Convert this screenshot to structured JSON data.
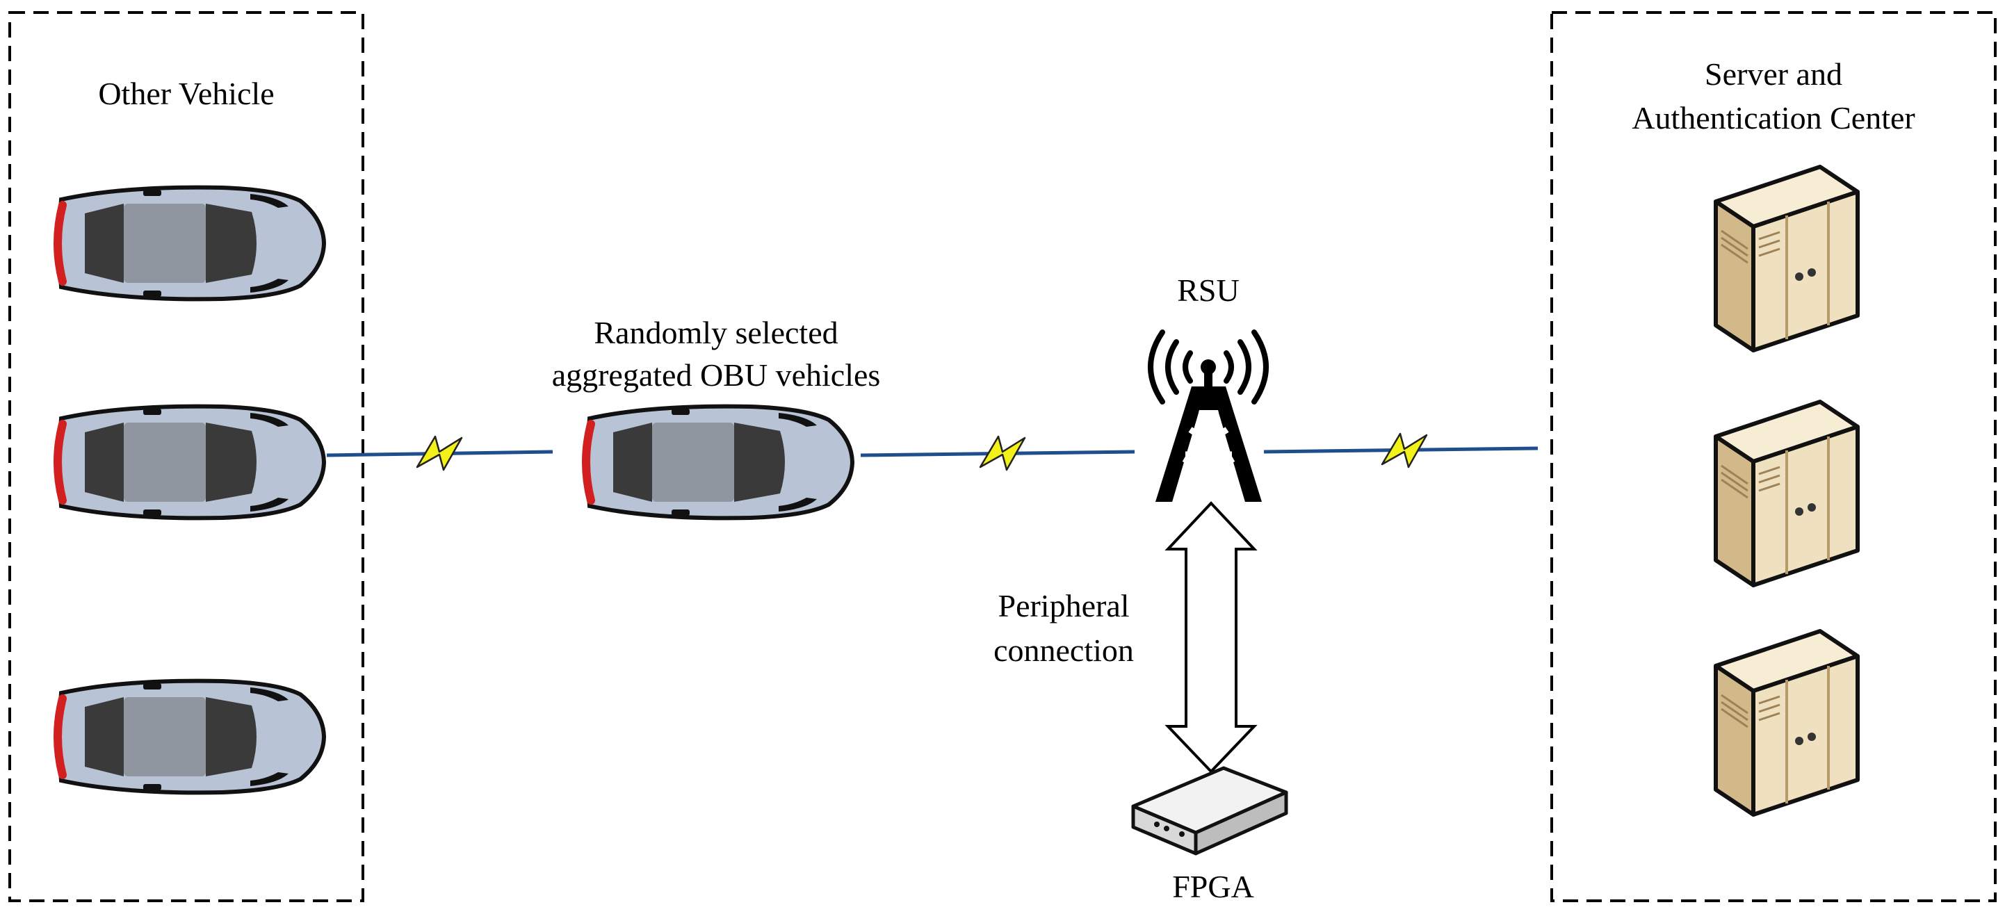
{
  "labels": {
    "other_vehicle": "Other Vehicle",
    "randomly_line1": "Randomly selected",
    "randomly_line2": "aggregated OBU vehicles",
    "rsu": "RSU",
    "server_line1": "Server and",
    "server_line2": "Authentication Center",
    "peripheral_line1": "Peripheral",
    "peripheral_line2": "connection",
    "fpga": "FPGA"
  },
  "icons": {
    "car": "car-top-view-icon",
    "tower": "rsu-tower-icon",
    "server": "server-icon",
    "fpga": "fpga-device-icon",
    "wireless": "lightning-link-icon",
    "arrow": "double-arrow-icon"
  },
  "colors": {
    "car_body": "#b8c4d6",
    "car_glass": "#3a3a3a",
    "car_roof": "#8f96a0",
    "tail_light": "#d21f1f",
    "server_front": "#efe0c0",
    "server_side": "#d2b98a",
    "server_top": "#f7ecd4",
    "link_line": "#1f4e8c",
    "bolt_fill": "#f2f21a",
    "dashed_border": "#000000"
  }
}
